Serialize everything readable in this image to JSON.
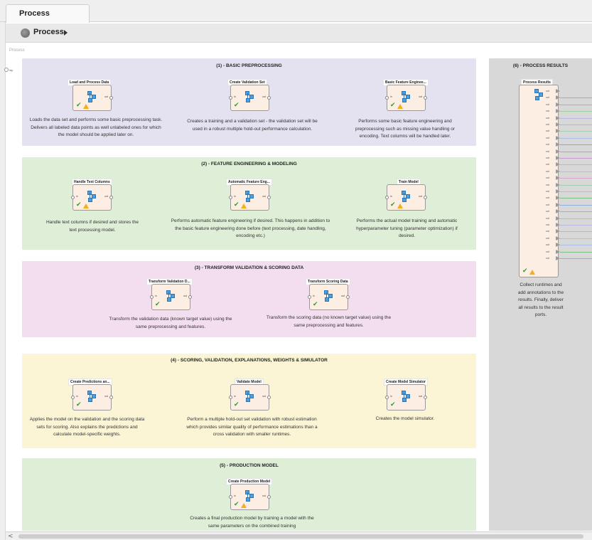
{
  "tab": {
    "label": "Process"
  },
  "breadcrumb": {
    "label": "Process"
  },
  "canvas": {
    "label": "Process",
    "input_port": "inp"
  },
  "operator_ports": {
    "in": "in",
    "out": "out"
  },
  "groups": [
    {
      "title": "(1) - BASIC PREPROCESSING",
      "operators": [
        {
          "name": "Load and Process Data",
          "description": "Loads the data set and performs some basic preprocessing task. Delivers all labeled data points as well unlabeled ones for which the model should be applied later on."
        },
        {
          "name": "Create Validation Set",
          "description": "Creates a training and a validation set - the validation set will be used in a robust multiple hold-out performance calculation."
        },
        {
          "name": "Basic Feature Enginee...",
          "description": "Performs some basic feature engineering and preprocessing such as missing value handling or encoding. Text columns will be handled later."
        }
      ]
    },
    {
      "title": "(2) - FEATURE ENGINEERING & MODELING",
      "operators": [
        {
          "name": "Handle Text Columns",
          "description": "Handle text columns if desired and stores the text processing model."
        },
        {
          "name": "Automatic Feature Eng...",
          "description": "Performs automatic feature engineering if desired. This happens in addition to the basic feature engineering done before (text processing, date handling, encoding etc.)"
        },
        {
          "name": "Train Model",
          "description": "Performs the actual model training and automatic hyperparameter tuning (parameter optimization) if desired."
        }
      ]
    },
    {
      "title": "(3) - TRANSFORM VALIDATION & SCORING DATA",
      "operators": [
        {
          "name": "Transform Validation D...",
          "description": "Transform the validation data (known target value) using the same preprocessing and features."
        },
        {
          "name": "Transform Scoring Data",
          "description": "Transform the scoring data (no known target value) using the same preprocessing and features."
        }
      ]
    },
    {
      "title": "(4) - SCORING, VALIDATION, EXPLANATIONS, WEIGHTS & SIMULATOR",
      "operators": [
        {
          "name": "Create Predictions an...",
          "description": "Applies the model on the validation and the scoring data sets for scoring. Also explains the predictions and calculate model-specific weights."
        },
        {
          "name": "Validate Model",
          "description": "Perform a multiple hold-out set validation with robust estimation which provides similar quality of performance estimations than a cross validation with smaller runtimes."
        },
        {
          "name": "Create Model Simulator",
          "description": "Creates the model simulator."
        }
      ]
    },
    {
      "title": "(5) - PRODUCTION MODEL",
      "operators": [
        {
          "name": "Create Production Model",
          "description": "Creates a final production model by training a model with the same parameters on the combined training"
        }
      ]
    },
    {
      "title": "(6) - PROCESS RESULTS",
      "operators": [
        {
          "name": "Process Results",
          "description": "Collect runtimes and add annotations to the results. Finally, deliver all results to the result ports."
        }
      ]
    }
  ],
  "colors": {
    "group1": "#e4e2f1",
    "group2": "#dfeed7",
    "group3": "#f3def0",
    "group4": "#fbf5d6",
    "group5": "#dfeed7",
    "group6": "#d8d8d8",
    "operator_fill": "#fdeee4",
    "status_ok": "#2f9e2f",
    "status_warn": "#f2b01e"
  },
  "icons": [
    "process-icon",
    "chevron-right-icon",
    "operator-icon",
    "check-icon",
    "warning-icon",
    "scroll-left-icon"
  ]
}
